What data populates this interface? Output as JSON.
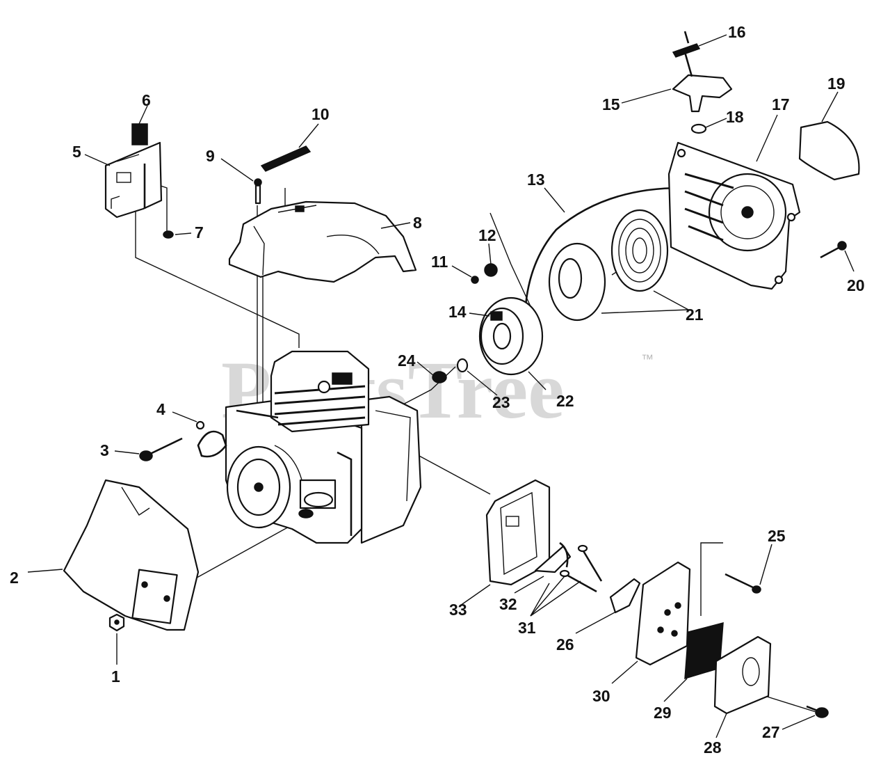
{
  "watermark": {
    "text": "PartsTree",
    "trademark": "™"
  },
  "callouts": {
    "p1": "1",
    "p2": "2",
    "p3": "3",
    "p4": "4",
    "p5": "5",
    "p6": "6",
    "p7": "7",
    "p8": "8",
    "p9": "9",
    "p10": "10",
    "p11": "11",
    "p12": "12",
    "p13": "13",
    "p14": "14",
    "p15": "15",
    "p16": "16",
    "p17": "17",
    "p18": "18",
    "p19": "19",
    "p20": "20",
    "p21": "21",
    "p22": "22",
    "p23": "23",
    "p24": "24",
    "p25": "25",
    "p26": "26",
    "p27": "27",
    "p28": "28",
    "p29": "29",
    "p30": "30",
    "p31": "31",
    "p32": "32",
    "p33": "33"
  }
}
